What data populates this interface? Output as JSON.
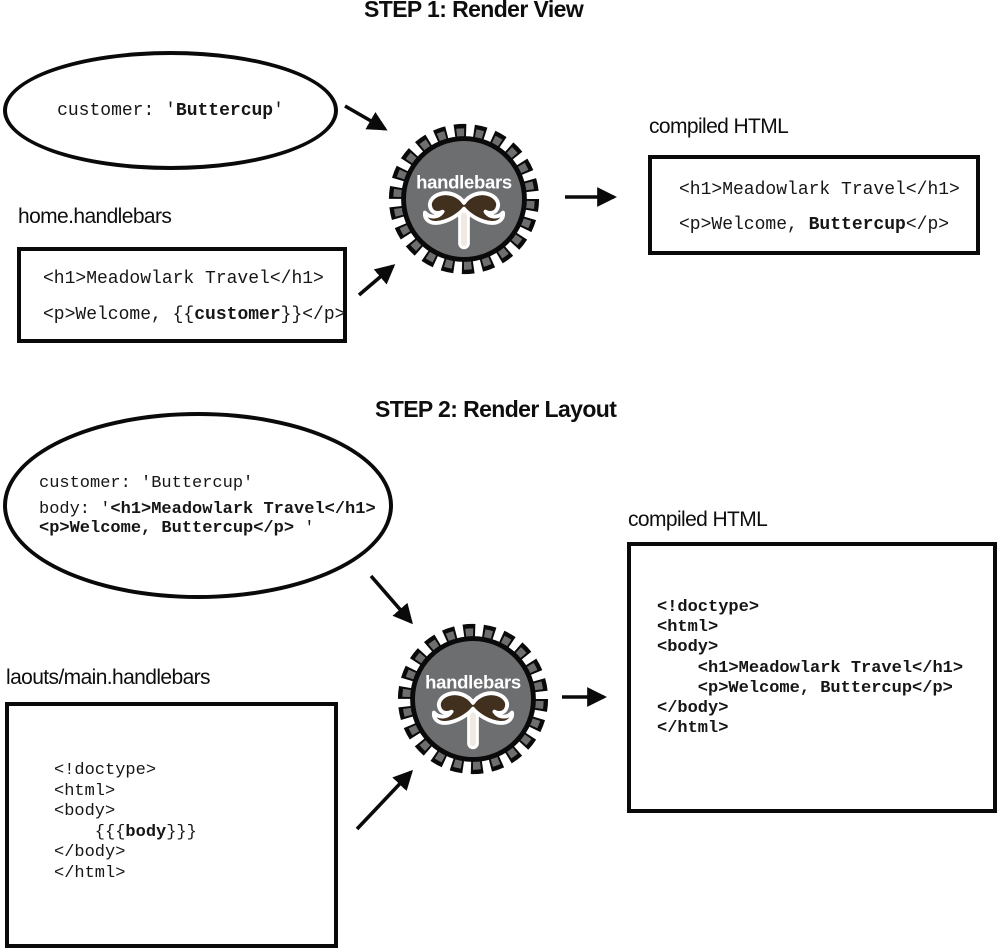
{
  "engine": {
    "label": "handlebars",
    "gear_color": "#6d6e70",
    "mustache_color": "#42301f",
    "stem_color": "#efe9e2"
  },
  "step1": {
    "title": "STEP 1: Render View",
    "context": {
      "lines": [
        [
          {
            "t": "customer: '",
            "b": 0
          },
          {
            "t": "Buttercup",
            "b": 1
          },
          {
            "t": "'",
            "b": 0
          }
        ]
      ]
    },
    "template": {
      "label": "home.handlebars",
      "code": [
        [
          {
            "t": "<h1>Meadowlark Travel</h1>",
            "b": 0
          }
        ],
        [
          {
            "t": "<p>Welcome, {{",
            "b": 0
          },
          {
            "t": "customer",
            "b": 1
          },
          {
            "t": "}}</p>",
            "b": 0
          }
        ]
      ]
    },
    "output": {
      "label": "compiled HTML",
      "code": [
        [
          {
            "t": "<h1>Meadowlark Travel</h1>",
            "b": 0
          }
        ],
        [
          {
            "t": "<p>Welcome, ",
            "b": 0
          },
          {
            "t": "Buttercup",
            "b": 1
          },
          {
            "t": "</p>",
            "b": 0
          }
        ]
      ]
    }
  },
  "step2": {
    "title": "STEP 2: Render Layout",
    "context": {
      "lines": [
        [
          {
            "t": "customer: 'Buttercup'",
            "b": 0
          }
        ],
        [
          {
            "t": "body: '",
            "b": 0
          },
          {
            "t": "<h1>Meadowlark Travel</h1>",
            "b": 1
          }
        ],
        [
          {
            "t": "<p>Welcome, Buttercup</p>",
            "b": 1
          },
          {
            "t": " '",
            "b": 0
          }
        ]
      ]
    },
    "template": {
      "label": "laouts/main.handlebars",
      "code": [
        [
          {
            "t": "<!doctype>",
            "b": 0
          }
        ],
        [
          {
            "t": "<html>",
            "b": 0
          }
        ],
        [
          {
            "t": "<body>",
            "b": 0
          }
        ],
        [
          {
            "t": "    {{{",
            "b": 0
          },
          {
            "t": "body",
            "b": 1
          },
          {
            "t": "}}}",
            "b": 0
          }
        ],
        [
          {
            "t": "</body>",
            "b": 0
          }
        ],
        [
          {
            "t": "</html>",
            "b": 0
          }
        ]
      ]
    },
    "output": {
      "label": "compiled HTML",
      "code": [
        [
          {
            "t": "<!doctype>",
            "b": 1
          }
        ],
        [
          {
            "t": "<html>",
            "b": 1
          }
        ],
        [
          {
            "t": "<body>",
            "b": 1
          }
        ],
        [
          {
            "t": "    <h1>Meadowlark Travel</h1>",
            "b": 1
          }
        ],
        [
          {
            "t": "    <p>Welcome, Buttercup</p>",
            "b": 1
          }
        ],
        [
          {
            "t": "</body>",
            "b": 1
          }
        ],
        [
          {
            "t": "</html>",
            "b": 1
          }
        ]
      ]
    }
  }
}
